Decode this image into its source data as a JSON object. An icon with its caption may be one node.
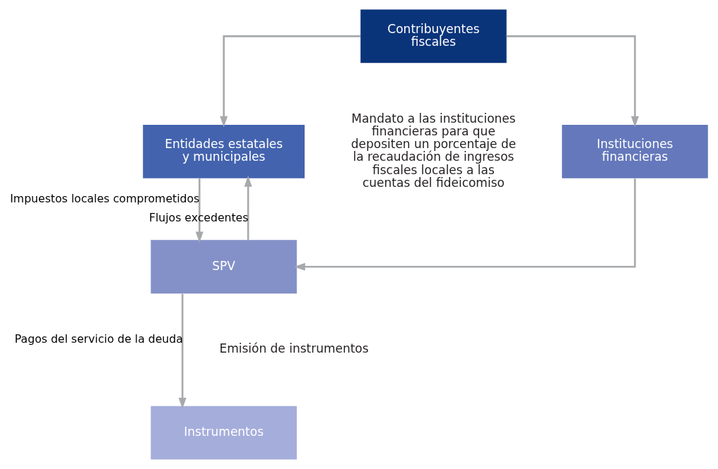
{
  "diagram": {
    "nodes": [
      {
        "text": [
          "Contribuyentes fiscales"
        ]
      },
      {
        "text": [
          "Entidades estatales y municipales"
        ]
      },
      {
        "text": [
          "Instituciones financieras"
        ]
      },
      {
        "text": [
          "SPV"
        ]
      },
      {
        "text": [
          "Instrumentos"
        ]
      }
    ],
    "edges": [
      {
        "from": 0,
        "to": 1,
        "arrow": "to"
      },
      {
        "from": 0,
        "to": 2,
        "arrow": "to"
      },
      {
        "from": 1,
        "to": 3,
        "arrow": "to",
        "label": "Impuestos locales comprometidos"
      },
      {
        "from": 2,
        "to": 3,
        "arrow": "to"
      },
      {
        "from": 3,
        "to": 1,
        "arrow": "to",
        "label": "Flujos excedentes"
      },
      {
        "from": 3,
        "to": 4,
        "arrow": "to",
        "label": "Pagos del servicio de la deuda"
      }
    ],
    "labels": [
      "Mandato a las instituciones financieras para que depositen un porcentaje de la recaudación de ingresos fiscales locales a las cuentas del fideicomiso",
      "Emisión de instrumentos"
    ]
  }
}
